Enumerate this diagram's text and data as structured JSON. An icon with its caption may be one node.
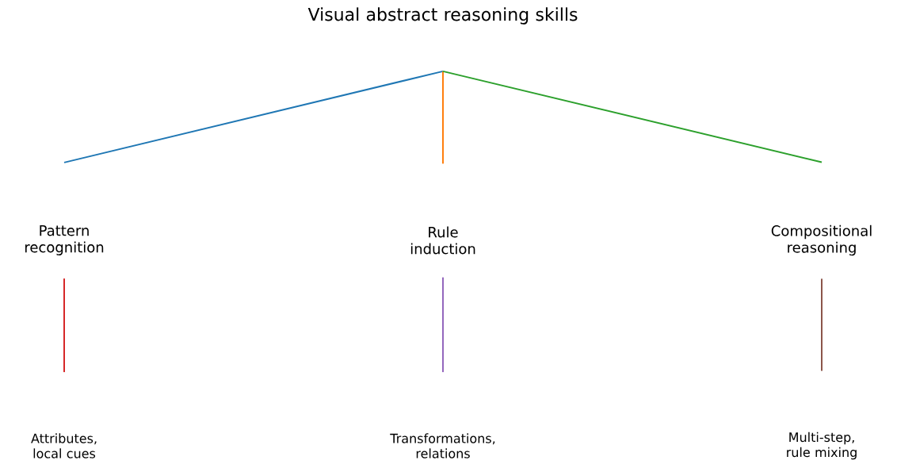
{
  "diagram": {
    "nodes": [
      {
        "text": [
          "Visual abstract reasoning skills"
        ]
      },
      {
        "text": [
          "Pattern recognition"
        ]
      },
      {
        "text": [
          "Rule induction"
        ]
      },
      {
        "text": [
          "Compositional reasoning"
        ]
      },
      {
        "text": [
          "Attributes, local cues"
        ]
      },
      {
        "text": [
          "Transformations, relations"
        ]
      },
      {
        "text": [
          "Multi-step, rule mixing"
        ]
      }
    ],
    "edges": [
      {
        "from": 0,
        "to": 1,
        "arrow": "none",
        "color": "#1f77b4"
      },
      {
        "from": 0,
        "to": 2,
        "arrow": "none",
        "color": "#ff7f0e"
      },
      {
        "from": 0,
        "to": 3,
        "arrow": "none",
        "color": "#2ca02c"
      },
      {
        "from": 1,
        "to": 4,
        "arrow": "none",
        "color": "#d62728"
      },
      {
        "from": 2,
        "to": 5,
        "arrow": "none",
        "color": "#9467bd"
      },
      {
        "from": 3,
        "to": 6,
        "arrow": "none",
        "color": "#8c564b"
      }
    ]
  }
}
